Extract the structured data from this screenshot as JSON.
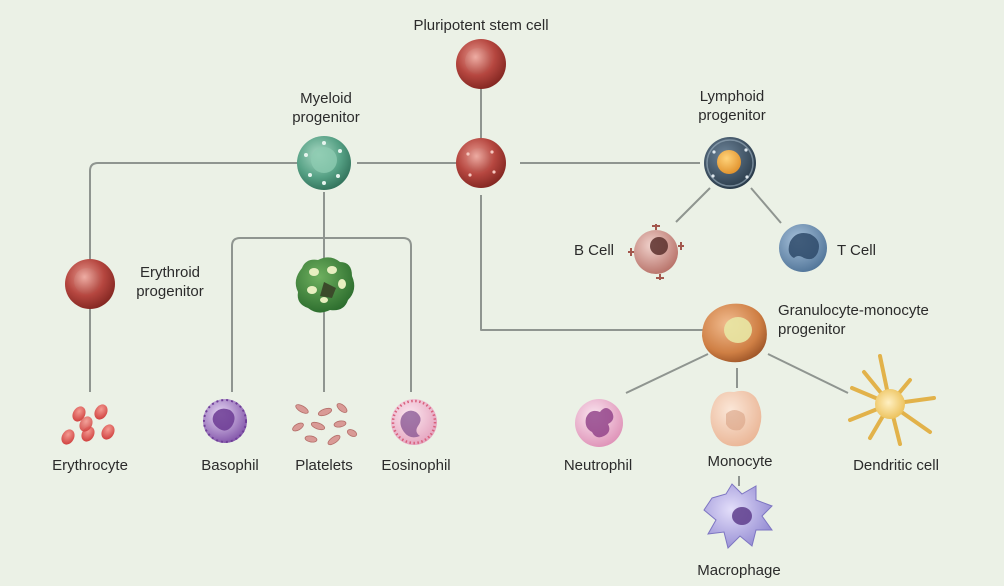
{
  "diagram": {
    "colors": {
      "background": "#ebf1e6",
      "connector": "#8f9590",
      "stem_cell": "#a83b34",
      "myeloid": "#4f9a7e",
      "lymphoid": "#3d5060",
      "platelet_parent": "#3c7d3a",
      "gm_progenitor": "#c9793f",
      "erythrocyte": "#d9504f",
      "basophil": "#8a5cb0",
      "eosinophil": "#e2a6be",
      "neutrophil": "#e39fc0",
      "monocyte": "#f2cfb4",
      "macrophage": "#a9a1df",
      "dendritic": "#f0c95c",
      "b_cell": "#c9837a",
      "t_cell": "#6b8fb2"
    },
    "nodes": {
      "pluripotent_stem_cell": "Pluripotent stem cell",
      "myeloid_progenitor": "Myeloid progenitor",
      "lymphoid_progenitor": "Lymphoid progenitor",
      "erythroid_progenitor": "Erythroid progenitor",
      "granulocyte_monocyte_progenitor": "Granulocyte-monocyte progenitor",
      "b_cell": "B Cell",
      "t_cell": "T Cell",
      "erythrocyte": "Erythrocyte",
      "basophil": "Basophil",
      "platelets": "Platelets",
      "eosinophil": "Eosinophil",
      "neutrophil": "Neutrophil",
      "monocyte": "Monocyte",
      "dendritic_cell": "Dendritic cell",
      "macrophage": "Macrophage"
    }
  }
}
